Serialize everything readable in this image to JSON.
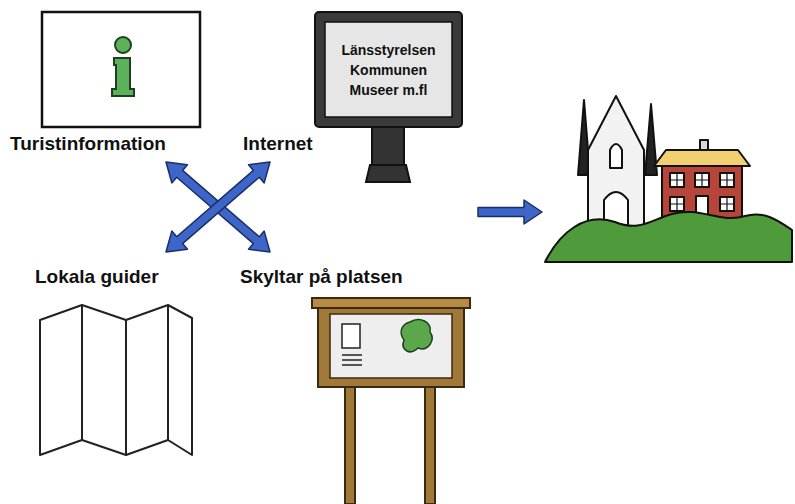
{
  "diagram": {
    "nodes": [
      {
        "text": [
          "Länsstyrelsen Kommunen Museer m.fl"
        ]
      }
    ],
    "labels": [
      "Turistinformation",
      "Internet",
      "Lokala guider",
      "Skyltar på platsen"
    ]
  }
}
